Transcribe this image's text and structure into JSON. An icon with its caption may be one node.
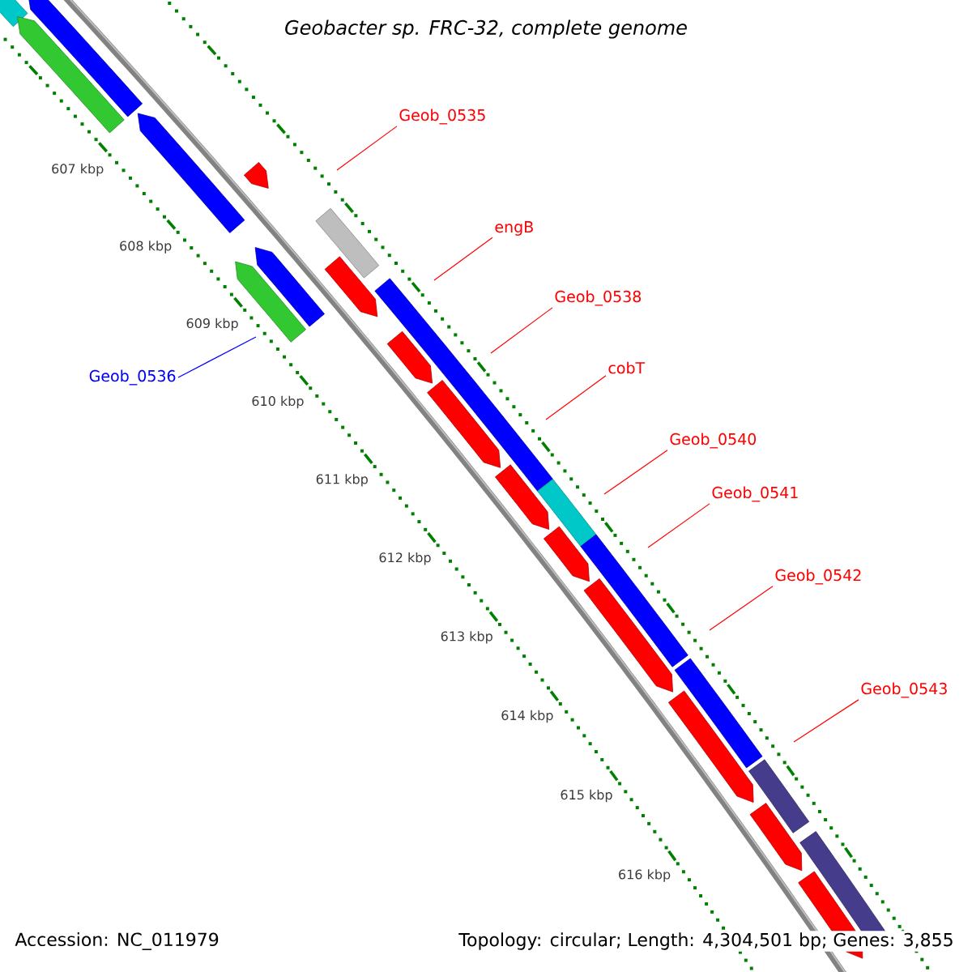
{
  "diagram": {
    "title": "Geobacter sp. FRC-32, complete genome",
    "nodes": [
      {
        "text": [
          "Geob_0535"
        ]
      },
      {
        "text": [
          "engB"
        ]
      },
      {
        "text": [
          "Geob_0538"
        ]
      },
      {
        "text": [
          "cobT"
        ]
      },
      {
        "text": [
          "Geob_0536"
        ]
      },
      {
        "text": [
          "Geob_0540"
        ]
      },
      {
        "text": [
          "Geob_0541"
        ]
      },
      {
        "text": [
          "Geob_0542"
        ]
      },
      {
        "text": [
          "Geob_0543"
        ]
      }
    ],
    "edges": [
      {
        "from": 0,
        "to": null,
        "arrow": "none"
      },
      {
        "from": 1,
        "to": null,
        "arrow": "none"
      },
      {
        "from": 2,
        "to": null,
        "arrow": "none"
      },
      {
        "from": 3,
        "to": null,
        "arrow": "none"
      },
      {
        "from": 4,
        "to": null,
        "arrow": "none",
        "color": "#0000ff"
      },
      {
        "from": 5,
        "to": null,
        "arrow": "none"
      },
      {
        "from": 6,
        "to": null,
        "arrow": "none"
      },
      {
        "from": 7,
        "to": null,
        "arrow": "none"
      },
      {
        "from": 8,
        "to": null,
        "arrow": "none"
      }
    ],
    "labels": [
      "607 kbp",
      "608 kbp",
      "609 kbp",
      "610 kbp",
      "611 kbp",
      "612 kbp",
      "613 kbp",
      "614 kbp",
      "615 kbp",
      "616 kbp",
      "Accession: NC_011979",
      "Topology: circular; Length: 4,304,501 bp; Genes: 3,855"
    ]
  }
}
